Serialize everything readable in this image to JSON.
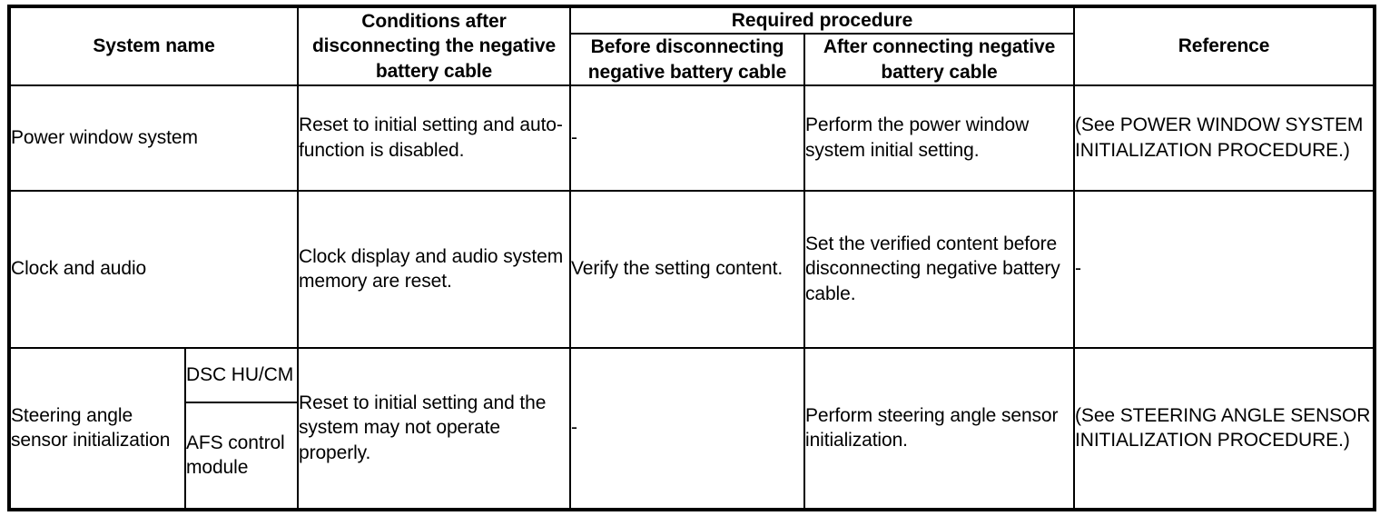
{
  "table": {
    "headers": {
      "system_name": "System name",
      "conditions": "Conditions after disconnecting the negative battery cable",
      "required_procedure": "Required procedure",
      "before": "Before disconnecting negative battery cable",
      "after": "After connecting negative battery cable",
      "reference": "Reference"
    },
    "rows": [
      {
        "system_name": "Power window system",
        "sub_items": [],
        "conditions": "Reset to initial setting and auto-function is disabled.",
        "before": "-",
        "after": "Perform the power window system initial setting.",
        "reference": "(See POWER WINDOW SYSTEM INITIALIZATION PROCEDURE.)"
      },
      {
        "system_name": "Clock and audio",
        "sub_items": [],
        "conditions": "Clock display and audio system memory are reset.",
        "before": "Verify the setting content.",
        "after": "Set the verified content before disconnecting negative battery cable.",
        "reference": "-"
      },
      {
        "system_name": "Steering angle sensor initialization",
        "sub_items": [
          "DSC HU/CM",
          "AFS control module"
        ],
        "conditions": "Reset to initial setting and the system may not operate properly.",
        "before": "-",
        "after": "Perform steering angle sensor initialization.",
        "reference": "(See STEERING ANGLE SENSOR INITIALIZATION PROCEDURE.)"
      }
    ]
  },
  "colors": {
    "border": "#000000",
    "background": "#ffffff",
    "text": "#000000"
  }
}
